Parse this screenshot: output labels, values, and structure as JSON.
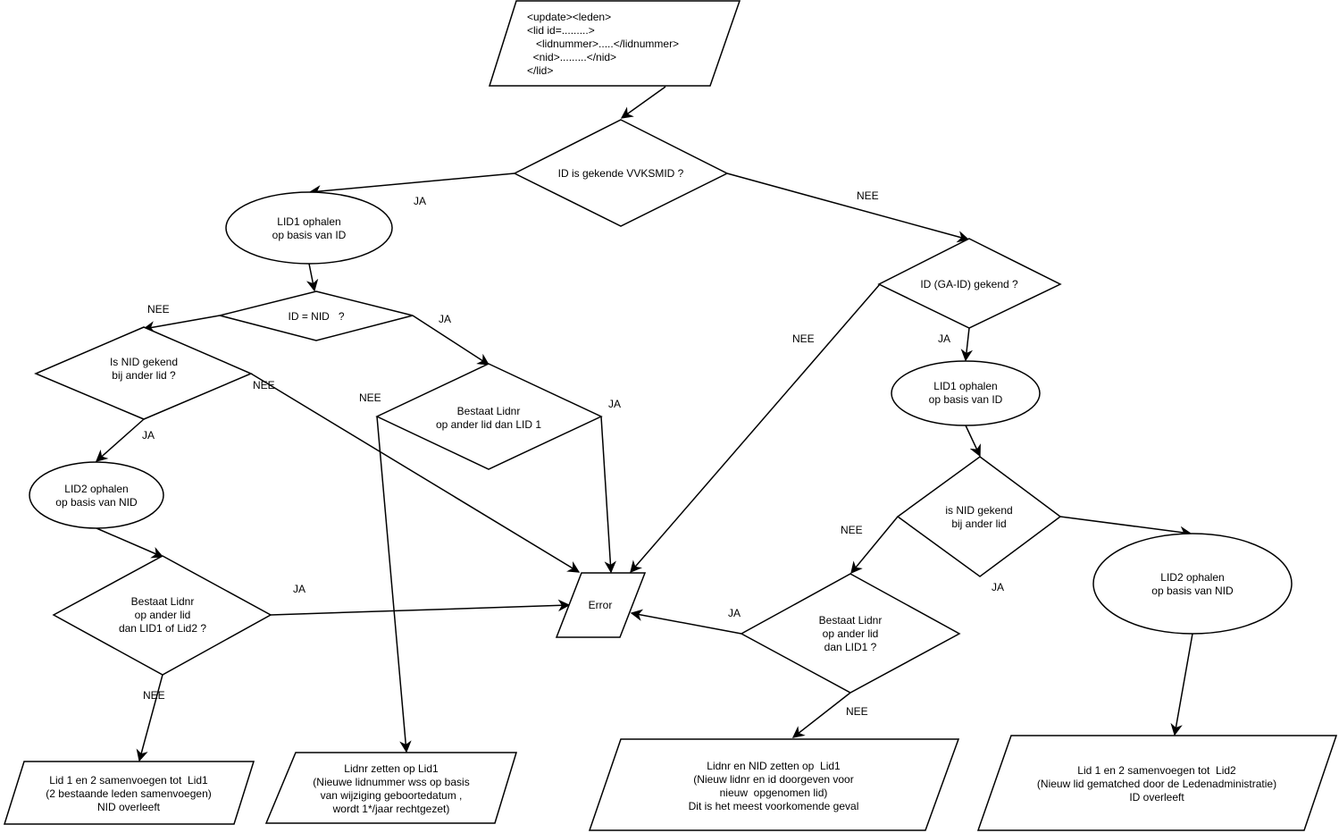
{
  "nodes": {
    "input": {
      "shape": "parallelogram",
      "lines": [
        "<update><leden>",
        "<lid id=.........>",
        "   <lidnummer>.....</lidnummer>",
        "  <nid>.........</nid>",
        "</lid>"
      ]
    },
    "d_vvksmid": {
      "shape": "diamond",
      "lines": [
        "ID is gekende VVKSMID ?"
      ]
    },
    "lid1_left": {
      "shape": "ellipse",
      "lines": [
        "LID1 ophalen",
        "op basis van ID"
      ]
    },
    "d_id_nid": {
      "shape": "diamond",
      "lines": [
        "ID = NID   ?"
      ]
    },
    "d_nid_ander_left": {
      "shape": "diamond",
      "lines": [
        "Is NID gekend",
        "bij ander lid ?"
      ]
    },
    "lid2_left": {
      "shape": "ellipse",
      "lines": [
        "LID2 ophalen",
        "op basis van NID"
      ]
    },
    "d_lidnr_lid12": {
      "shape": "diamond",
      "lines": [
        "Bestaat Lidnr",
        "op ander lid",
        "dan LID1 of Lid2 ?"
      ]
    },
    "out_merge_lid1": {
      "shape": "parallelogram",
      "lines": [
        "Lid 1 en 2 samenvoegen tot  Lid1",
        "(2 bestaande leden samenvoegen)",
        "NID overleeft"
      ]
    },
    "d_lidnr_lid1_mid": {
      "shape": "diamond",
      "lines": [
        "Bestaat Lidnr",
        "op ander lid dan LID 1"
      ]
    },
    "out_lidnr_zetten": {
      "shape": "parallelogram",
      "lines": [
        "Lidnr zetten op Lid1",
        "(Nieuwe lidnummer wss op basis",
        "van wijziging geboortedatum ,",
        "wordt 1*/jaar rechtgezet)"
      ]
    },
    "error": {
      "shape": "parallelogram",
      "lines": [
        "Error"
      ]
    },
    "d_gaid": {
      "shape": "diamond",
      "lines": [
        "ID (GA-ID) gekend ?"
      ]
    },
    "lid1_right": {
      "shape": "ellipse",
      "lines": [
        "LID1 ophalen",
        "op basis van ID"
      ]
    },
    "d_nid_ander_right": {
      "shape": "diamond",
      "lines": [
        "is NID gekend",
        "bij ander lid"
      ]
    },
    "lid2_right": {
      "shape": "ellipse",
      "lines": [
        "LID2 ophalen",
        "op basis van NID"
      ]
    },
    "d_lidnr_lid1_right": {
      "shape": "diamond",
      "lines": [
        "Bestaat Lidnr",
        "op ander lid",
        "dan LID1 ?"
      ]
    },
    "out_lidnr_nid_zetten": {
      "shape": "parallelogram",
      "lines": [
        "Lidnr en NID zetten op  Lid1",
        "(Nieuw lidnr en id doorgeven voor",
        "nieuw  opgenomen lid)",
        "Dit is het meest voorkomende geval"
      ]
    },
    "out_merge_lid2": {
      "shape": "parallelogram",
      "lines": [
        "Lid 1 en 2 samenvoegen tot  Lid2",
        "(Nieuw lid gematched door de Ledenadministratie)",
        "ID overleeft"
      ]
    }
  },
  "edge_labels": {
    "ja_vvksmid": "JA",
    "nee_vvksmid": "NEE",
    "nee_id_nid": "NEE",
    "ja_id_nid": "JA",
    "nee_nid_ander_left": "NEE",
    "ja_nid_ander_left": "JA",
    "nee_lidnr_mid": "NEE",
    "ja_lidnr_mid": "JA",
    "ja_lidnr_lid12": "JA",
    "nee_lidnr_lid12": "NEE",
    "nee_gaid": "NEE",
    "ja_gaid": "JA",
    "nee_nid_ander_right": "NEE",
    "ja_nid_ander_right": "JA",
    "ja_lidnr_right": "JA",
    "nee_lidnr_right": "NEE"
  }
}
